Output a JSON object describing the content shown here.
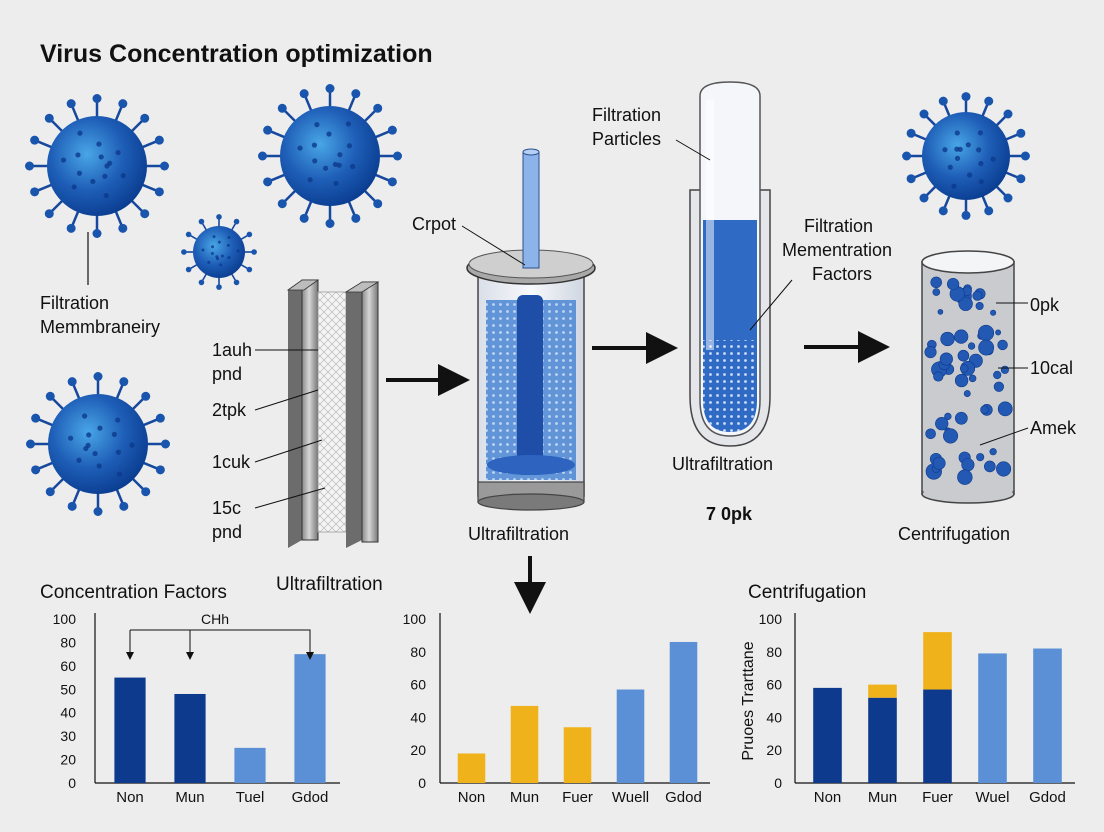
{
  "title": "Virus Concentration optimization",
  "colors": {
    "navy": "#0d3a8c",
    "light_blue": "#5b8fd6",
    "gold": "#f0b21b",
    "virus_core": "#1f5fb8",
    "virus_edge": "#0a3d91",
    "background": "#ededed"
  },
  "labels": {
    "membrane_left_1": "Filtration",
    "membrane_left_2": "Memmbraneiry",
    "crpot": "Crpot",
    "filtration_particles_1": "Filtration",
    "filtration_particles_2": "Particles",
    "mementration_1": "Filtration",
    "mementration_2": "Mementration",
    "mementration_3": "Factors",
    "layer_1a": "1auh",
    "layer_1b": "pnd",
    "layer_2": "2tpk",
    "layer_3": "1cuk",
    "layer_4a": "15c",
    "layer_4b": "pnd",
    "ultrafiltration_membrane": "Ultrafiltration",
    "ultrafiltration_vessel": "Ultrafiltration",
    "ultrafiltration_tube": "Ultrafiltration",
    "tube_value": "7 0pk",
    "centrifugation_cyl": "Centrifugation",
    "cyl_0pk": "0pk",
    "cyl_10cal": "10cal",
    "cyl_amek": "Amek"
  },
  "chart_data": [
    {
      "type": "bar",
      "title": "Concentration Factors",
      "annotation": "CHh",
      "categories": [
        "Non",
        "Mun",
        "Tuel",
        "Gdod"
      ],
      "values": [
        55,
        48,
        25,
        70
      ],
      "bar_colors": [
        "navy",
        "navy",
        "light_blue",
        "light_blue"
      ],
      "yticks": [
        0,
        20,
        30,
        40,
        50,
        60,
        80,
        100
      ],
      "ylim": [
        0,
        100
      ]
    },
    {
      "type": "bar",
      "title": "",
      "categories": [
        "Non",
        "Mun",
        "Fuer",
        "Wuell",
        "Gdod"
      ],
      "values": [
        18,
        47,
        34,
        57,
        86
      ],
      "bar_colors": [
        "gold",
        "gold",
        "gold",
        "light_blue",
        "light_blue"
      ],
      "yticks": [
        0,
        20,
        40,
        60,
        80,
        100
      ],
      "ylim": [
        0,
        100
      ]
    },
    {
      "type": "bar",
      "title": "Centrifugation",
      "ylabel": "Pruoes Trarttane",
      "categories": [
        "Non",
        "Mun",
        "Fuer",
        "Wuel",
        "Gdod"
      ],
      "series": [
        {
          "values": [
            58,
            52,
            57,
            0,
            0
          ]
        },
        {
          "values": [
            0,
            8,
            35,
            0,
            0
          ]
        },
        {
          "values": [
            0,
            0,
            0,
            79,
            82
          ]
        }
      ],
      "series_colors": [
        "navy",
        "gold",
        "light_blue"
      ],
      "yticks": [
        0,
        20,
        40,
        60,
        80,
        100
      ],
      "ylim": [
        0,
        100
      ]
    }
  ]
}
